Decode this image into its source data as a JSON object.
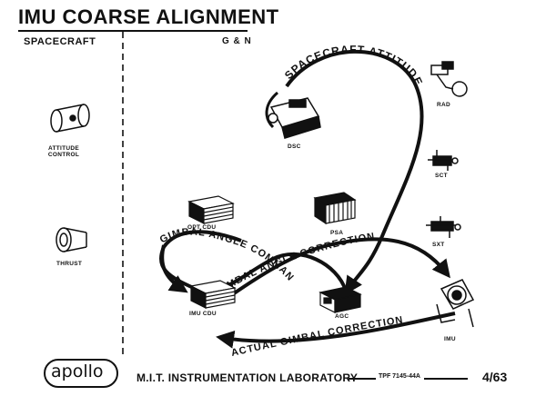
{
  "title": "IMU COARSE ALIGNMENT",
  "regions": {
    "left": "SPACECRAFT",
    "right": "G & N"
  },
  "components": {
    "attitude_control": "ATTITUDE CONTROL",
    "thrust": "THRUST",
    "dsc": "DSC",
    "rad": "RAD",
    "sct": "SCT",
    "sxt": "SXT",
    "opt_cdu": "OPT CDU",
    "psa": "PSA",
    "imu_cdu": "IMU CDU",
    "agc": "AGC",
    "imu": "IMU"
  },
  "flows": {
    "spacecraft_attitude": "SPACECRAFT ATTITUDE",
    "gimbal_angle_command": "GIMBAL ANGLE COMMAND",
    "gimbal_angle_correction": "GIMBAL ANGLE CORRECTION",
    "actual_gimbal_correction": "ACTUAL GIMBAL CORRECTION"
  },
  "footer": {
    "logo": "apollo",
    "lab": "M.I.T. INSTRUMENTATION LABORATORY",
    "doc_number": "TPF 7145-44A",
    "page": "4/63"
  }
}
